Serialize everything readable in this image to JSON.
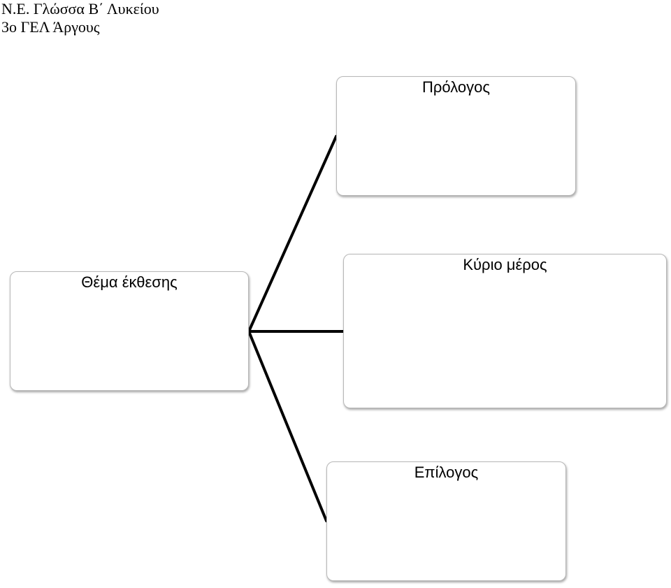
{
  "header": {
    "line1": "Ν.Ε. Γλώσσα Β΄ Λυκείου",
    "line2": "3ο ΓΕΛ Άργους"
  },
  "diagram": {
    "root": {
      "label": "Θέμα έκθεσης"
    },
    "branches": [
      {
        "label": "Πρόλογος"
      },
      {
        "label": "Κύριο μέρος"
      },
      {
        "label": "Επίλογος"
      }
    ]
  },
  "colors": {
    "connector": "#000000",
    "box_border": "#b8b8b8",
    "background": "#ffffff"
  }
}
